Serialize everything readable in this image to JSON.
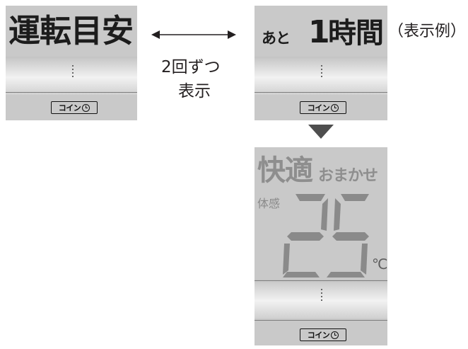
{
  "panel_left": {
    "display_text": "運転目安",
    "coin_button_label": "コイン"
  },
  "caption": {
    "line1": "2回ずつ",
    "line2": "表示"
  },
  "panel_right": {
    "prefix_text": "あと",
    "number_text": "1",
    "unit_text": "時間",
    "coin_button_label": "コイン"
  },
  "example_note": "（表示例）",
  "panel_bottom": {
    "mode_kanji": "快適",
    "mode_kana": "おまかせ",
    "taikan_label": "体感",
    "temperature_value": "25",
    "temperature_unit": "℃",
    "coin_button_label": "コイン"
  }
}
